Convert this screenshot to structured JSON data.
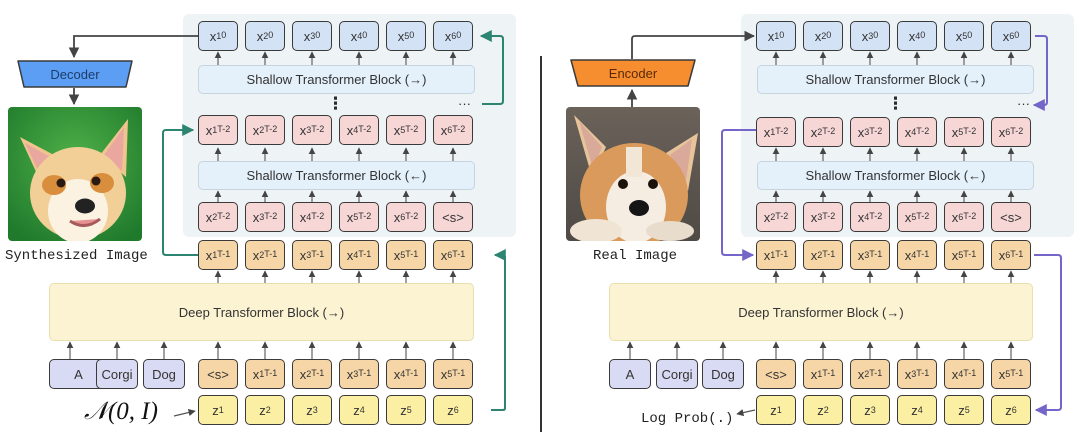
{
  "diagram": {
    "colors": {
      "generation_arrow": "#2c8471",
      "likelihood_arrow": "#7466c9",
      "decoder_fill": "#5b9ef3",
      "encoder_fill": "#f68d2e",
      "token_blue": "#d4e2f6",
      "token_pink": "#f7d6d6",
      "token_orange": "#f6d6a6",
      "token_yellow": "#fbefa4",
      "token_lavender": "#d9daf3"
    },
    "left_panel": {
      "coder_label": "Decoder",
      "image_caption": "Synthesized Image",
      "image_description": "corgi-face-on-green-background",
      "noise_label": "𝒩(0, I)",
      "shallow_forward_label": "Shallow Transformer Block (→)",
      "shallow_backward_label": "Shallow Transformer Block (←)",
      "deep_label": "Deep Transformer Block (→)",
      "vertical_ellipsis": "⋮",
      "horizontal_ellipsis": "···",
      "row_x0": [
        {
          "base": "x",
          "sub": "1",
          "sup": "0"
        },
        {
          "base": "x",
          "sub": "2",
          "sup": "0"
        },
        {
          "base": "x",
          "sub": "3",
          "sup": "0"
        },
        {
          "base": "x",
          "sub": "4",
          "sup": "0"
        },
        {
          "base": "x",
          "sub": "5",
          "sup": "0"
        },
        {
          "base": "x",
          "sub": "6",
          "sup": "0"
        }
      ],
      "row_xT2_out": [
        {
          "base": "x",
          "sub": "1",
          "sup": "T-2"
        },
        {
          "base": "x",
          "sub": "2",
          "sup": "T-2"
        },
        {
          "base": "x",
          "sub": "3",
          "sup": "T-2"
        },
        {
          "base": "x",
          "sub": "4",
          "sup": "T-2"
        },
        {
          "base": "x",
          "sub": "5",
          "sup": "T-2"
        },
        {
          "base": "x",
          "sub": "6",
          "sup": "T-2"
        }
      ],
      "row_xT2_in": [
        {
          "base": "x",
          "sub": "2",
          "sup": "T-2"
        },
        {
          "base": "x",
          "sub": "3",
          "sup": "T-2"
        },
        {
          "base": "x",
          "sub": "4",
          "sup": "T-2"
        },
        {
          "base": "x",
          "sub": "5",
          "sup": "T-2"
        },
        {
          "base": "x",
          "sub": "6",
          "sup": "T-2"
        },
        {
          "base": "<s>",
          "sub": "",
          "sup": ""
        }
      ],
      "row_xT1_out": [
        {
          "base": "x",
          "sub": "1",
          "sup": "T-1"
        },
        {
          "base": "x",
          "sub": "2",
          "sup": "T-1"
        },
        {
          "base": "x",
          "sub": "3",
          "sup": "T-1"
        },
        {
          "base": "x",
          "sub": "4",
          "sup": "T-1"
        },
        {
          "base": "x",
          "sub": "5",
          "sup": "T-1"
        },
        {
          "base": "x",
          "sub": "6",
          "sup": "T-1"
        }
      ],
      "text_tokens": [
        "A",
        "Corgi",
        "Dog"
      ],
      "row_xT1_in": [
        {
          "base": "<s>",
          "sub": "",
          "sup": ""
        },
        {
          "base": "x",
          "sub": "1",
          "sup": "T-1"
        },
        {
          "base": "x",
          "sub": "2",
          "sup": "T-1"
        },
        {
          "base": "x",
          "sub": "3",
          "sup": "T-1"
        },
        {
          "base": "x",
          "sub": "4",
          "sup": "T-1"
        },
        {
          "base": "x",
          "sub": "5",
          "sup": "T-1"
        }
      ],
      "row_z": [
        {
          "base": "z",
          "sub": "1",
          "sup": ""
        },
        {
          "base": "z",
          "sub": "2",
          "sup": ""
        },
        {
          "base": "z",
          "sub": "3",
          "sup": ""
        },
        {
          "base": "z",
          "sub": "4",
          "sup": ""
        },
        {
          "base": "z",
          "sub": "5",
          "sup": ""
        },
        {
          "base": "z",
          "sub": "6",
          "sup": ""
        }
      ]
    },
    "right_panel": {
      "coder_label": "Encoder",
      "image_caption": "Real Image",
      "image_description": "corgi-face-on-gray-background",
      "output_label": "Log Prob(.)",
      "shallow_forward_label": "Shallow Transformer Block (→)",
      "shallow_backward_label": "Shallow Transformer Block (←)",
      "deep_label": "Deep Transformer Block (→)",
      "vertical_ellipsis": "⋮",
      "horizontal_ellipsis": "···",
      "row_x0": [
        {
          "base": "x",
          "sub": "1",
          "sup": "0"
        },
        {
          "base": "x",
          "sub": "2",
          "sup": "0"
        },
        {
          "base": "x",
          "sub": "3",
          "sup": "0"
        },
        {
          "base": "x",
          "sub": "4",
          "sup": "0"
        },
        {
          "base": "x",
          "sub": "5",
          "sup": "0"
        },
        {
          "base": "x",
          "sub": "6",
          "sup": "0"
        }
      ],
      "row_xT2_out": [
        {
          "base": "x",
          "sub": "1",
          "sup": "T-2"
        },
        {
          "base": "x",
          "sub": "2",
          "sup": "T-2"
        },
        {
          "base": "x",
          "sub": "3",
          "sup": "T-2"
        },
        {
          "base": "x",
          "sub": "4",
          "sup": "T-2"
        },
        {
          "base": "x",
          "sub": "5",
          "sup": "T-2"
        },
        {
          "base": "x",
          "sub": "6",
          "sup": "T-2"
        }
      ],
      "row_xT2_in": [
        {
          "base": "x",
          "sub": "2",
          "sup": "T-2"
        },
        {
          "base": "x",
          "sub": "3",
          "sup": "T-2"
        },
        {
          "base": "x",
          "sub": "4",
          "sup": "T-2"
        },
        {
          "base": "x",
          "sub": "5",
          "sup": "T-2"
        },
        {
          "base": "x",
          "sub": "6",
          "sup": "T-2"
        },
        {
          "base": "<s>",
          "sub": "",
          "sup": ""
        }
      ],
      "row_xT1_out": [
        {
          "base": "x",
          "sub": "1",
          "sup": "T-1"
        },
        {
          "base": "x",
          "sub": "2",
          "sup": "T-1"
        },
        {
          "base": "x",
          "sub": "3",
          "sup": "T-1"
        },
        {
          "base": "x",
          "sub": "4",
          "sup": "T-1"
        },
        {
          "base": "x",
          "sub": "5",
          "sup": "T-1"
        },
        {
          "base": "x",
          "sub": "6",
          "sup": "T-1"
        }
      ],
      "text_tokens": [
        "A",
        "Corgi",
        "Dog"
      ],
      "row_xT1_in": [
        {
          "base": "<s>",
          "sub": "",
          "sup": ""
        },
        {
          "base": "x",
          "sub": "1",
          "sup": "T-1"
        },
        {
          "base": "x",
          "sub": "2",
          "sup": "T-1"
        },
        {
          "base": "x",
          "sub": "3",
          "sup": "T-1"
        },
        {
          "base": "x",
          "sub": "4",
          "sup": "T-1"
        },
        {
          "base": "x",
          "sub": "5",
          "sup": "T-1"
        }
      ],
      "row_z": [
        {
          "base": "z",
          "sub": "1",
          "sup": ""
        },
        {
          "base": "z",
          "sub": "2",
          "sup": ""
        },
        {
          "base": "z",
          "sub": "3",
          "sup": ""
        },
        {
          "base": "z",
          "sub": "4",
          "sup": ""
        },
        {
          "base": "z",
          "sub": "5",
          "sup": ""
        },
        {
          "base": "z",
          "sub": "6",
          "sup": ""
        }
      ]
    }
  }
}
